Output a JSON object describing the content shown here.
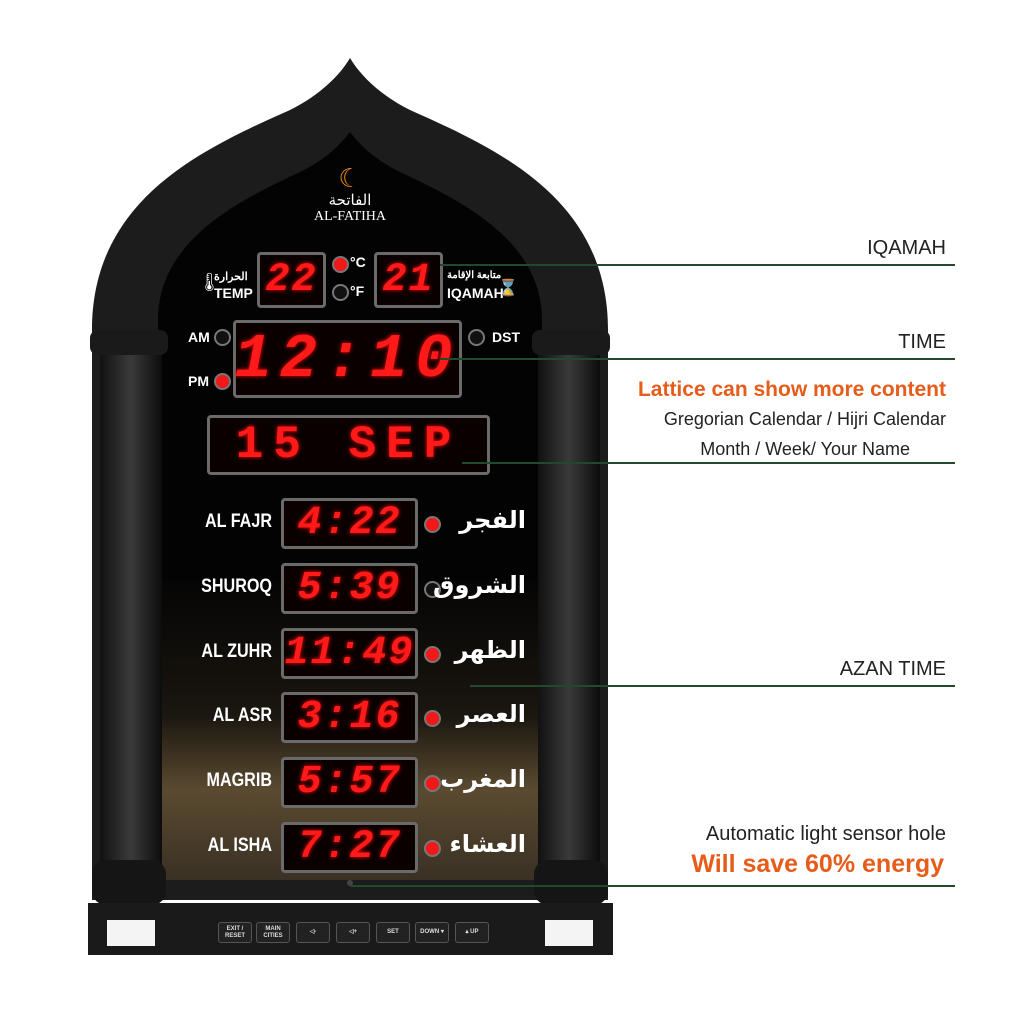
{
  "brand": {
    "arabic": "الفاتحة",
    "name": "AL-FATIHA"
  },
  "temperature": {
    "value": "22",
    "label_ar": "الحرارة",
    "label": "TEMP",
    "unit_c": "°C",
    "unit_f": "°F",
    "active_unit": "C"
  },
  "iqamah": {
    "value": "21",
    "label_ar": "متابعة الإقامة",
    "label": "IQAMAH"
  },
  "time": {
    "value": "12:10",
    "am": "AM",
    "pm": "PM",
    "dst": "DST",
    "active": "PM"
  },
  "date": {
    "value": "15 SEP"
  },
  "prayers": [
    {
      "name": "AL FAJR",
      "arabic": "الفجر",
      "time": "4:22",
      "dot_on": true
    },
    {
      "name": "SHUROQ",
      "arabic": "الشروق",
      "time": "5:39",
      "dot_on": false
    },
    {
      "name": "AL ZUHR",
      "arabic": "الظهر",
      "time": "11:49",
      "dot_on": true
    },
    {
      "name": "AL ASR",
      "arabic": "العصر",
      "time": "3:16",
      "dot_on": true
    },
    {
      "name": "MAGRIB",
      "arabic": "المغرب",
      "time": "5:57",
      "dot_on": true
    },
    {
      "name": "AL ISHA",
      "arabic": "العشاء",
      "time": "7:27",
      "dot_on": true
    }
  ],
  "buttons": [
    {
      "label": "EXIT / RESET"
    },
    {
      "label": "MAIN CITIES"
    },
    {
      "label": "◁-"
    },
    {
      "label": "◁+"
    },
    {
      "label": "SET"
    },
    {
      "label": "DOWN ▾"
    },
    {
      "label": "▴ UP"
    }
  ],
  "annotations": {
    "iqamah": "IQAMAH",
    "time": "TIME",
    "lattice_title": "Lattice can show more content",
    "lattice_line1": "Gregorian Calendar / Hijri Calendar",
    "lattice_line2": "Month / Week/ Your Name",
    "azan": "AZAN TIME",
    "sensor": "Automatic light sensor hole",
    "energy": "Will save 60% energy"
  },
  "colors": {
    "accent": "#e65c1a",
    "led": "#ff1a1a",
    "line": "#1f4a2c"
  }
}
